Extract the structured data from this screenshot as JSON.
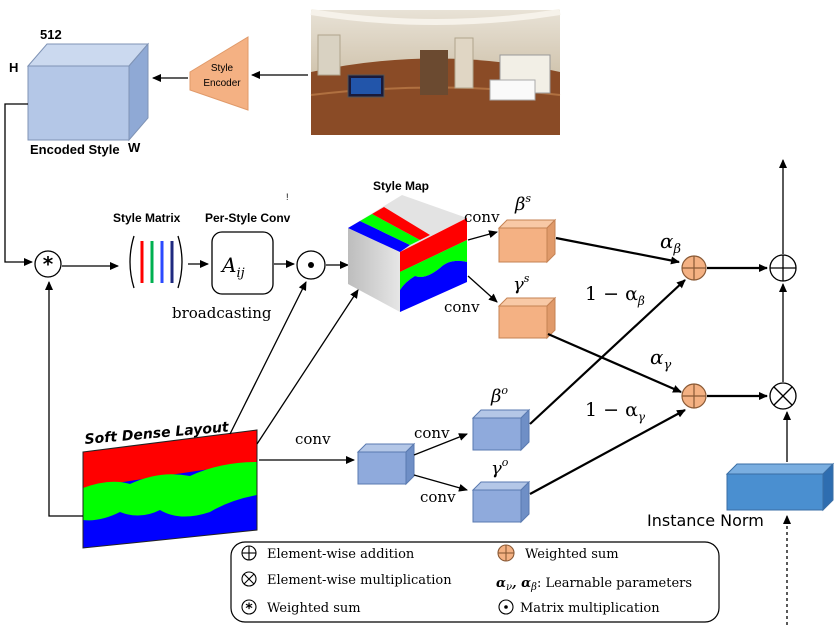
{
  "encoded_style": {
    "depth_label": "512",
    "height_label": "H",
    "width_label": "W",
    "caption": "Encoded Style"
  },
  "style_encoder": {
    "label_line1": "Style",
    "label_line2": "Encoder"
  },
  "style_matrix": {
    "title": "Style Matrix"
  },
  "per_style_conv": {
    "title": "Per-Style Conv",
    "formula": "A",
    "subscript": "ij",
    "note": "broadcasting"
  },
  "style_map": {
    "title": "Style Map"
  },
  "soft_dense_layout": {
    "title": "Soft Dense Layout"
  },
  "instance_norm": {
    "label": "Instance Norm"
  },
  "small_mark": "!",
  "conv_labels": {
    "beta_s": "conv",
    "gamma_s": "conv",
    "layout": "conv",
    "beta_o": "conv",
    "gamma_o": "conv"
  },
  "params": {
    "beta_s": "β",
    "beta_s_sup": "s",
    "gamma_s": "γ",
    "gamma_s_sup": "s",
    "beta_o": "β",
    "beta_o_sup": "o",
    "gamma_o": "γ",
    "gamma_o_sup": "o",
    "alpha_beta": "α",
    "alpha_beta_sub": "β",
    "alpha_gamma": "α",
    "alpha_gamma_sub": "γ",
    "one_minus_alpha_beta": "1 − α",
    "one_minus_alpha_beta_sub": "β",
    "one_minus_alpha_gamma": "1 − α",
    "one_minus_alpha_gamma_sub": "γ"
  },
  "legend": {
    "items": [
      {
        "symbol": "⊕",
        "text": "Element-wise addition"
      },
      {
        "symbol": "⊗",
        "text": "Element-wise multiplication"
      },
      {
        "symbol": "⊛",
        "text": "Weighted sum"
      },
      {
        "symbol": "⊕",
        "text": "Weighted sum"
      },
      {
        "symbol": "α",
        "text": "α",
        "text_sub1": "ν",
        "text_mid": ", α",
        "text_sub2": "β",
        "text_end": ":  Learnable parameters"
      },
      {
        "symbol": "⊙",
        "text": "Matrix multiplication"
      }
    ]
  },
  "colors": {
    "style_cube_front": "#b4c7e7",
    "style_cube_top": "#cbd9ef",
    "style_cube_side": "#8fa9d5",
    "encoder_fill": "#f4b183",
    "beta_s_box": "#f4b183",
    "obj_box": "#8faadc",
    "instance_norm_box": "#4a8fd0",
    "layout_red": "#ff0000",
    "layout_green": "#00ff00",
    "layout_blue": "#0000ff",
    "weighted_sum_fill": "#f4b183"
  }
}
